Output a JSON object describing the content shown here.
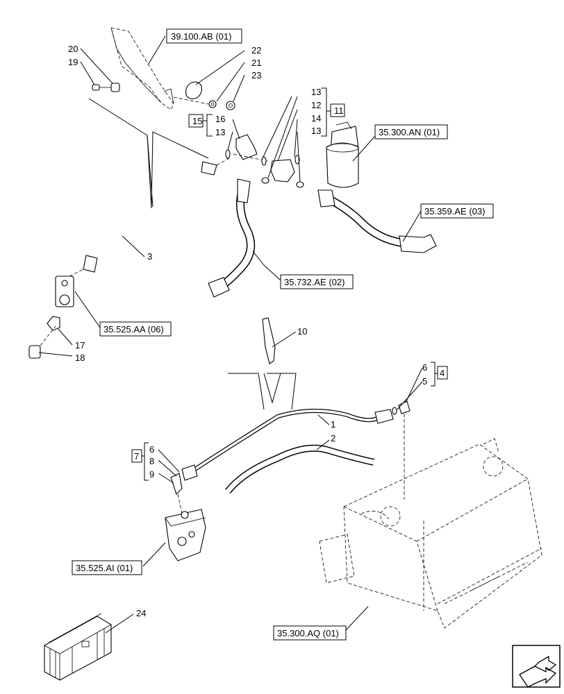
{
  "refs": {
    "r39100ab": "39.100.AB (01)",
    "r35300an": "35.300.AN (01)",
    "r35359ae": "35.359.AE (03)",
    "r35732ae": "35.732.AE (02)",
    "r35525aa": "35.525.AA (06)",
    "r35525ai": "35.525.AI (01)",
    "r35300aq": "35.300.AQ (01)"
  },
  "labels": {
    "n20": "20",
    "n19": "19",
    "n22": "22",
    "n21": "21",
    "n23": "23",
    "n13a": "13",
    "n12": "12",
    "n14": "14",
    "n13b": "13",
    "n11": "11",
    "n15": "15",
    "n16": "16",
    "n13c": "13",
    "n3": "3",
    "n17": "17",
    "n18": "18",
    "n10": "10",
    "n6a": "6",
    "n5": "5",
    "n4": "4",
    "n1": "1",
    "n2": "2",
    "n7": "7",
    "n6b": "6",
    "n8": "8",
    "n9": "9",
    "n24": "24"
  },
  "icons": {
    "nav": "next-page-arrow-icon"
  }
}
